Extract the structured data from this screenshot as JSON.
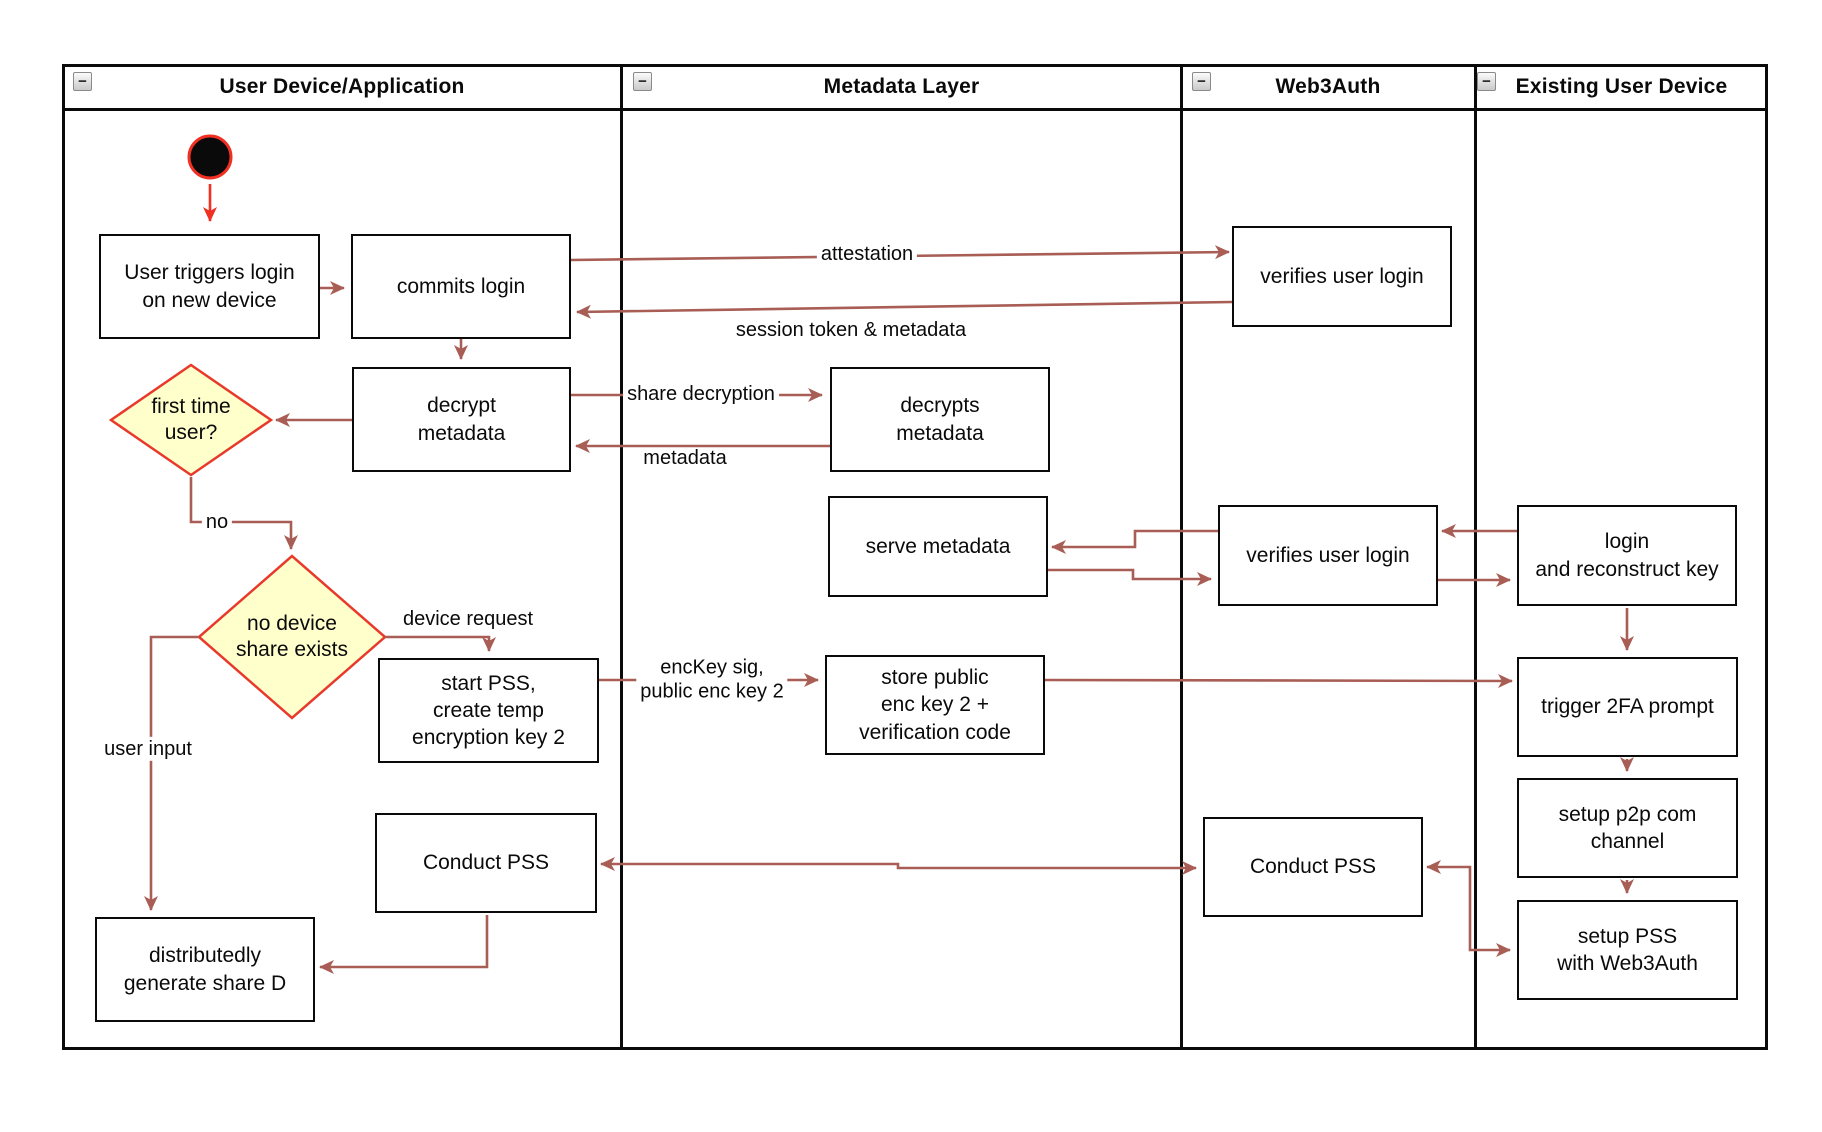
{
  "diagram": {
    "collapse_glyph": "−",
    "lanes": [
      {
        "title": "User Device/Application"
      },
      {
        "title": "Metadata Layer"
      },
      {
        "title": "Web3Auth"
      },
      {
        "title": "Existing User Device"
      }
    ],
    "nodes": {
      "user_triggers": {
        "label": "User triggers login\non new device"
      },
      "commits_login": {
        "label": "commits login"
      },
      "decrypt_metadata": {
        "label": "decrypt\nmetadata"
      },
      "first_time_user": {
        "label": "first time\nuser?"
      },
      "no_device_share": {
        "label": "no device\nshare exists"
      },
      "start_pss": {
        "label": "start PSS,\ncreate temp\nencryption key 2"
      },
      "conduct_pss_user": {
        "label": "Conduct PSS"
      },
      "distributedly_generate": {
        "label": "distributedly\ngenerate share D"
      },
      "decrypts_metadata": {
        "label": "decrypts\nmetadata"
      },
      "serve_metadata": {
        "label": "serve metadata"
      },
      "store_public_enc": {
        "label": "store public\nenc key 2 +\nverification code"
      },
      "verifies_user_login_top": {
        "label": "verifies user login"
      },
      "verifies_user_login_mid": {
        "label": "verifies user login"
      },
      "conduct_pss_web3auth": {
        "label": "Conduct PSS"
      },
      "login_reconstruct": {
        "label": "login\nand reconstruct key"
      },
      "trigger_2fa": {
        "label": "trigger 2FA prompt"
      },
      "setup_p2p": {
        "label": "setup p2p com\nchannel"
      },
      "setup_pss": {
        "label": "setup PSS\nwith Web3Auth"
      }
    },
    "edge_labels": {
      "attestation": "attestation",
      "session_token": "session token & metadata",
      "share_decryption": "share decryption",
      "metadata": "metadata",
      "no": "no",
      "device_request": "device request",
      "user_input": "user input",
      "enckey": "encKey sig,\npublic enc key 2"
    },
    "colors": {
      "arrow": "#a85d55",
      "start_red": "#f03022",
      "diamond_fill": "#ffffcc",
      "diamond_border": "#e8392b",
      "line_black": "#0a0a0a"
    }
  }
}
